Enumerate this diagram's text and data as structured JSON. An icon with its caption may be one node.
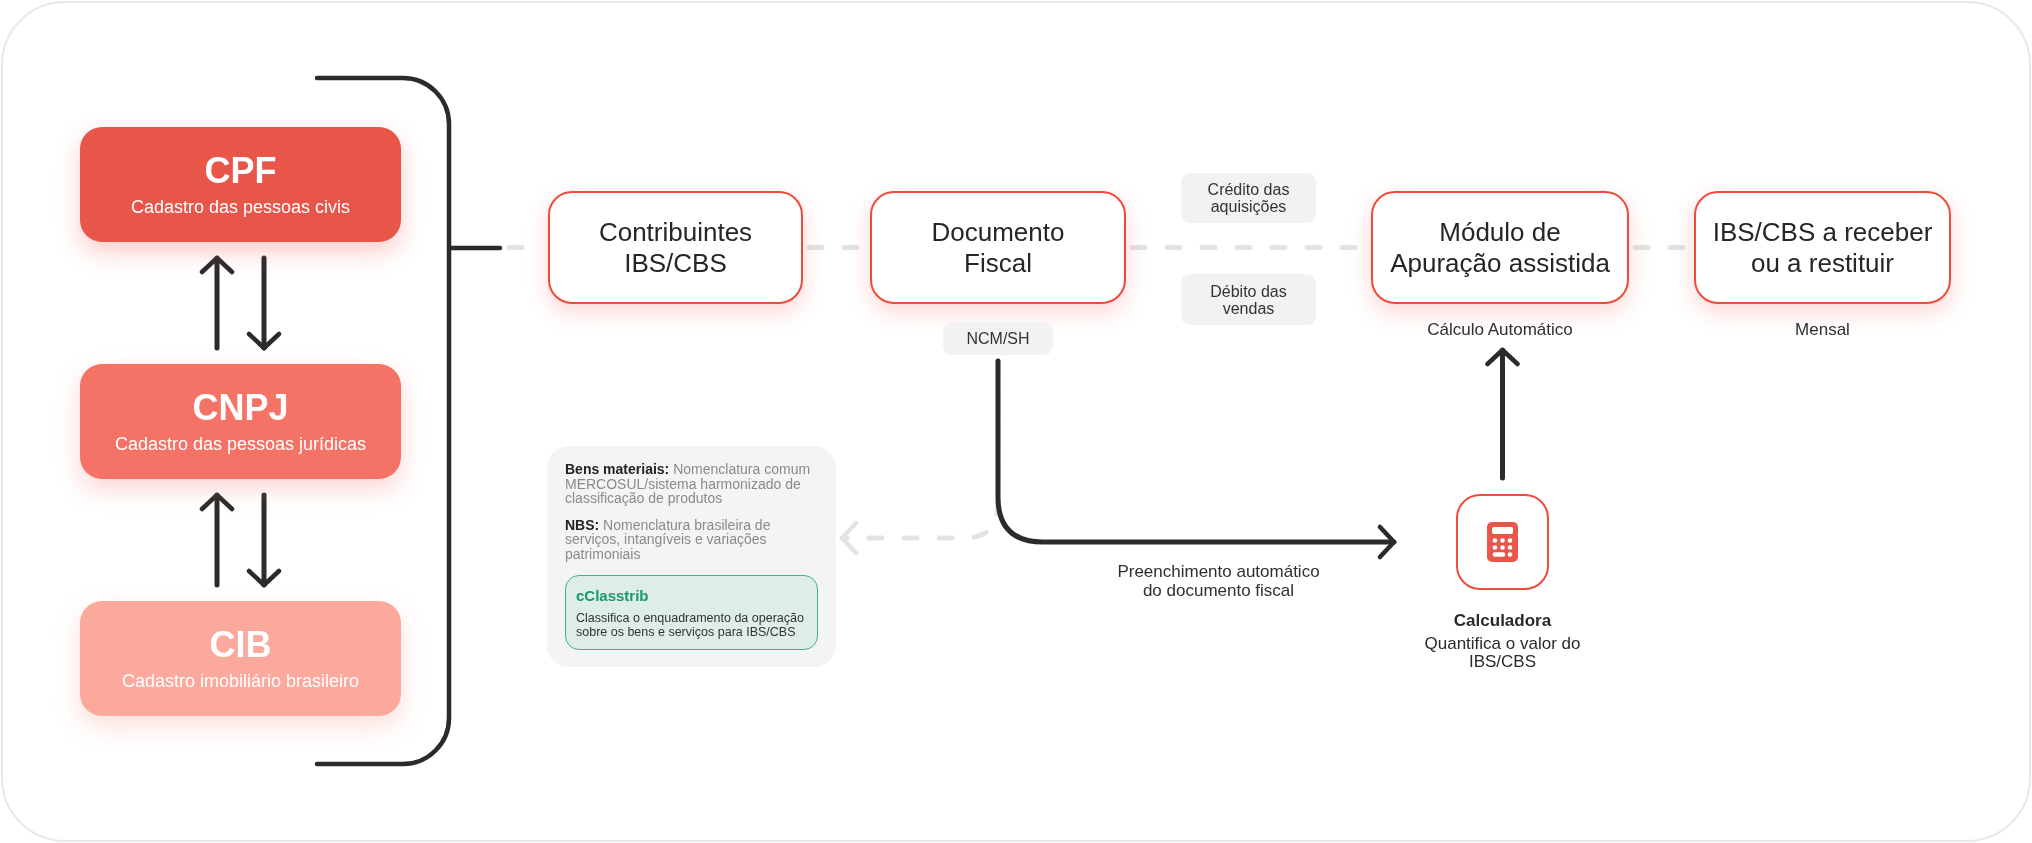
{
  "diagram": {
    "nodes": [
      {
        "text": [
          "CPF",
          "Cadastro das pessoas civis"
        ]
      },
      {
        "text": [
          "CNPJ",
          "Cadastro das pessoas jurídicas"
        ]
      },
      {
        "text": [
          "CIB",
          "Cadastro imobiliário brasileiro"
        ]
      },
      {
        "text": [],
        "shape": "bracket"
      },
      {
        "text": [
          "Contribuintes IBS/CBS"
        ]
      },
      {
        "text": [
          "Documento Fiscal"
        ]
      },
      {
        "text": [
          "NCM/SH"
        ]
      },
      {
        "text": [
          "Crédito das aquisições"
        ]
      },
      {
        "text": [
          "Débito das vendas"
        ]
      },
      {
        "text": [
          "Módulo de Apuração assistida"
        ],
        "beside": [
          "Cálculo Automático"
        ]
      },
      {
        "text": [
          "IBS/CBS a receber ou a restituir"
        ],
        "beside": [
          "Mensal"
        ]
      },
      {
        "text": [
          "**Bens materiais:** Nomenclatura comum MERCOSUL/sistema harmonizado de classificação de produtos",
          "**NBS:** Nomenclatura brasileira de serviços, intangíveis e variações patrimoniais"
        ]
      },
      {
        "text": [
          "cClasstrib",
          "Classifica o enquadramento da operação sobre os bens e serviços para IBS/CBS"
        ],
        "in": 11
      },
      {
        "text": [
          "Calculadora",
          "Quantifica o valor do IBS/CBS"
        ]
      }
    ],
    "edges": [
      {
        "from": 3,
        "to": 4,
        "arrow": "none",
        "style": "dashed",
        "color": "#e3e3e3"
      },
      {
        "from": 4,
        "to": 5,
        "arrow": "none",
        "style": "dashed",
        "color": "#e3e3e3"
      },
      {
        "from": 5,
        "to": 9,
        "arrow": "none",
        "style": "dashed",
        "color": "#e3e3e3"
      },
      {
        "from": 9,
        "to": 10,
        "arrow": "none",
        "style": "dashed",
        "color": "#e3e3e3"
      },
      {
        "from": 1,
        "to": 0,
        "arrow": "to"
      },
      {
        "from": 0,
        "to": 1,
        "arrow": "to"
      },
      {
        "from": 2,
        "to": 1,
        "arrow": "to"
      },
      {
        "from": 1,
        "to": 2,
        "arrow": "to"
      },
      {
        "from": 6,
        "to": 13,
        "arrow": "to",
        "label": "Preenchimento automático do documento fiscal"
      },
      {
        "from": 6,
        "to": 11,
        "arrow": "to",
        "style": "dashed",
        "color": "#e3e3e3"
      },
      {
        "from": 13,
        "to": 9,
        "arrow": "to"
      }
    ]
  }
}
